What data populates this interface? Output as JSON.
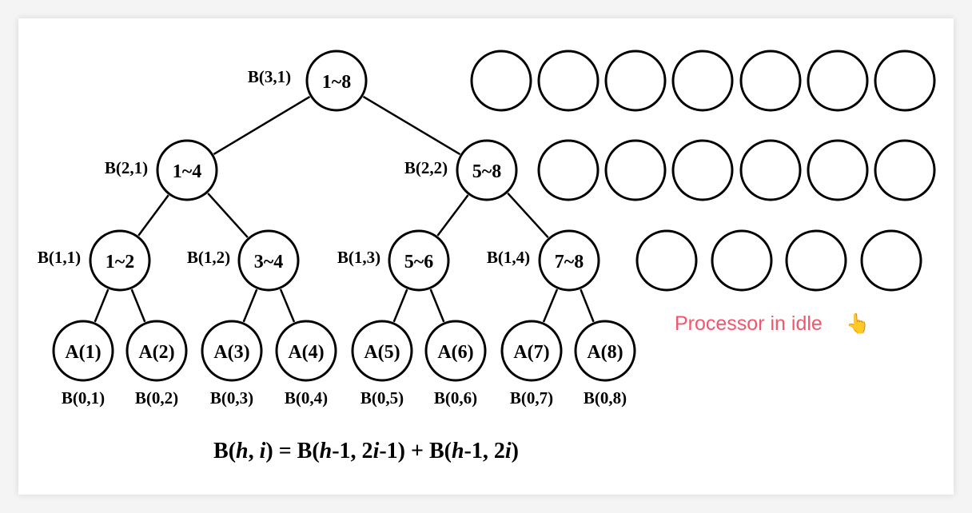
{
  "tree": {
    "nodes": [
      {
        "id": "n38",
        "text": "1~8",
        "label": "B(3,1)"
      },
      {
        "id": "n14",
        "text": "1~4",
        "label": "B(2,1)"
      },
      {
        "id": "n58",
        "text": "5~8",
        "label": "B(2,2)"
      },
      {
        "id": "n12",
        "text": "1~2",
        "label": "B(1,1)"
      },
      {
        "id": "n34",
        "text": "3~4",
        "label": "B(1,2)"
      },
      {
        "id": "n56",
        "text": "5~6",
        "label": "B(1,3)"
      },
      {
        "id": "n78",
        "text": "7~8",
        "label": "B(1,4)"
      },
      {
        "id": "a1",
        "text": "A(1)",
        "label": "B(0,1)"
      },
      {
        "id": "a2",
        "text": "A(2)",
        "label": "B(0,2)"
      },
      {
        "id": "a3",
        "text": "A(3)",
        "label": "B(0,3)"
      },
      {
        "id": "a4",
        "text": "A(4)",
        "label": "B(0,4)"
      },
      {
        "id": "a5",
        "text": "A(5)",
        "label": "B(0,5)"
      },
      {
        "id": "a6",
        "text": "A(6)",
        "label": "B(0,6)"
      },
      {
        "id": "a7",
        "text": "A(7)",
        "label": "B(0,7)"
      },
      {
        "id": "a8",
        "text": "A(8)",
        "label": "B(0,8)"
      }
    ],
    "edges": [
      [
        "n38",
        "n14"
      ],
      [
        "n38",
        "n58"
      ],
      [
        "n14",
        "n12"
      ],
      [
        "n14",
        "n34"
      ],
      [
        "n58",
        "n56"
      ],
      [
        "n58",
        "n78"
      ],
      [
        "n12",
        "a1"
      ],
      [
        "n12",
        "a2"
      ],
      [
        "n34",
        "a3"
      ],
      [
        "n34",
        "a4"
      ],
      [
        "n56",
        "a5"
      ],
      [
        "n56",
        "a6"
      ],
      [
        "n78",
        "a7"
      ],
      [
        "n78",
        "a8"
      ]
    ]
  },
  "idle_processors": {
    "rows": [
      7,
      6,
      4
    ],
    "caption": "Processor in idle",
    "caption_emoji": "👆",
    "caption_color": "#f0566e"
  },
  "formula": {
    "parts": [
      "B(",
      "h",
      ", ",
      "i",
      ") = B(",
      "h",
      "-1, 2",
      "i",
      "-1) + B(",
      "h",
      "-1, 2",
      "i",
      ")"
    ],
    "italic": [
      false,
      true,
      false,
      true,
      false,
      true,
      false,
      true,
      false,
      true,
      false,
      true,
      false
    ]
  }
}
